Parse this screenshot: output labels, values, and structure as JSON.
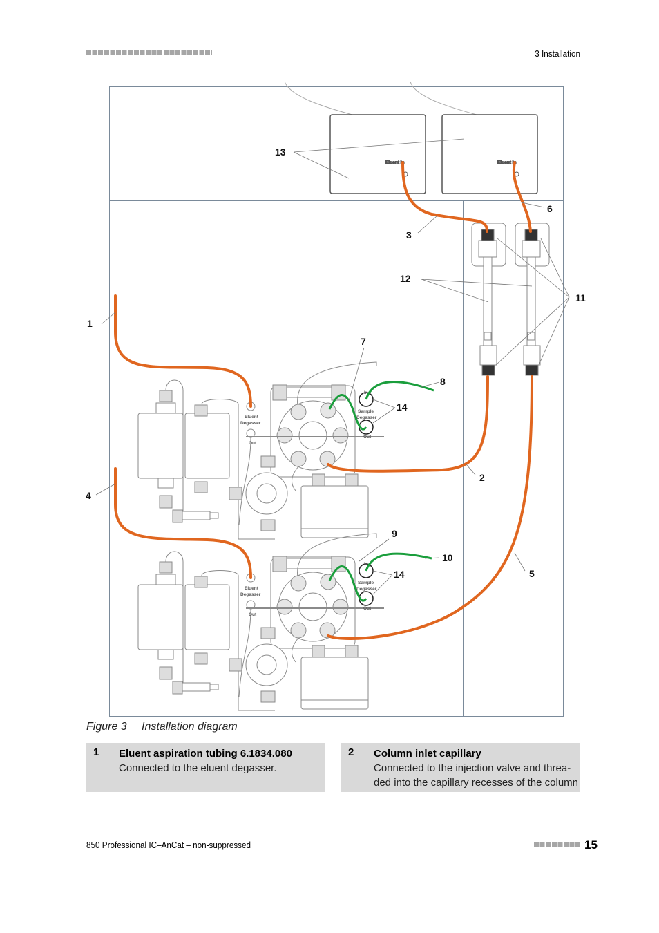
{
  "header": {
    "chapter": "3 Installation"
  },
  "figure": {
    "label": "Figure 3",
    "title": "Installation diagram",
    "callouts": [
      "13",
      "3",
      "6",
      "12",
      "11",
      "1",
      "7",
      "8",
      "14",
      "2",
      "4",
      "9",
      "10",
      "14",
      "5"
    ],
    "device_labels": {
      "eluent_in": "Eluent In",
      "eluent_degasser": [
        "Eluent",
        "Degasser"
      ],
      "out": "Out",
      "in": "In",
      "sample_degasser": [
        "Sample",
        "Degasser"
      ]
    }
  },
  "legend": [
    {
      "number": "1",
      "title": "Eluent aspiration tubing 6.1834.080",
      "description": [
        "Connected to the eluent degasser."
      ]
    },
    {
      "number": "2",
      "title": "Column inlet capillary",
      "description": [
        "Connected to the injection valve and threa-",
        "ded into the capillary recesses of the column"
      ]
    }
  ],
  "footer": {
    "title": "850 Professional IC–AnCat – non-suppressed",
    "page": "15"
  },
  "colors": {
    "tubing": "#e0661f",
    "sample_tubing": "#1a9e3c",
    "line": "#8a8a8a"
  }
}
